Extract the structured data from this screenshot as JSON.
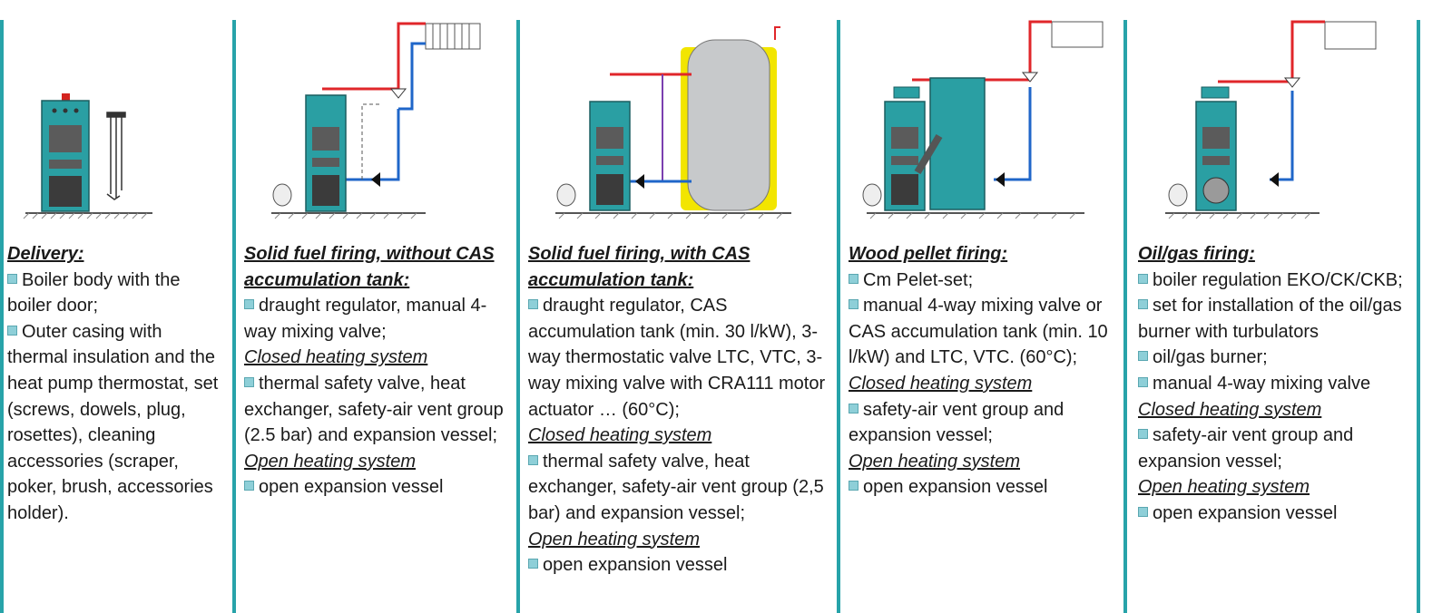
{
  "columns": [
    {
      "title": "Delivery:",
      "lines": [
        {
          "type": "item",
          "text": "Boiler body with the boiler door;"
        },
        {
          "type": "item",
          "text": "Outer casing with thermal insulation and the heat pump thermostat, set (screws, dowels, plug, rosettes), cleaning accessories (scraper, poker, brush, accessories holder)."
        }
      ]
    },
    {
      "title": "Solid fuel firing, without  CAS accumulation tank:",
      "lines": [
        {
          "type": "item",
          "text": "draught regulator, manual 4-way mixing valve;"
        },
        {
          "type": "sub",
          "text": "Closed heating system"
        },
        {
          "type": "item",
          "text": "thermal safety valve, heat exchanger, safety-air vent group (2.5 bar) and expansion vessel;"
        },
        {
          "type": "sub",
          "text": "Open heating system"
        },
        {
          "type": "item",
          "text": "open expansion vessel"
        }
      ]
    },
    {
      "title": "Solid fuel firing, with CAS accumulation tank:",
      "lines": [
        {
          "type": "item",
          "text": "draught regulator, CAS accumulation tank (min. 30 l/kW), 3-way thermostatic valve LTC, VTC, 3-way mixing valve with CRA111 motor actuator … (60°C);"
        },
        {
          "type": "sub",
          "text": "Closed heating system"
        },
        {
          "type": "item",
          "text": "thermal safety valve, heat exchanger, safety-air vent group (2,5 bar) and expansion vessel;"
        },
        {
          "type": "sub",
          "text": "Open heating system"
        },
        {
          "type": "item",
          "text": "open expansion vessel"
        }
      ]
    },
    {
      "title": "Wood pellet firing:",
      "lines": [
        {
          "type": "item",
          "text": "Cm Pelet-set;"
        },
        {
          "type": "item",
          "text": "manual 4-way mixing valve or CAS accumulation tank (min. 10 l/kW) and LTC, VTC. (60°C);"
        },
        {
          "type": "sub",
          "text": "Closed heating system"
        },
        {
          "type": "item",
          "text": "safety-air vent group and expansion vessel;"
        },
        {
          "type": "sub",
          "text": "Open heating system"
        },
        {
          "type": "item",
          "text": "open expansion vessel"
        }
      ]
    },
    {
      "title": "Oil/gas firing:",
      "lines": [
        {
          "type": "item",
          "text": "boiler regulation EKO/CK/CKB;"
        },
        {
          "type": "item",
          "text": "set for installation of the oil/gas burner with turbulators"
        },
        {
          "type": "item",
          "text": "oil/gas burner;"
        },
        {
          "type": "item",
          "text": "manual 4-way mixing valve"
        },
        {
          "type": "sub",
          "text": "Closed heating system"
        },
        {
          "type": "item",
          "text": "safety-air vent group and expansion vessel;"
        },
        {
          "type": "sub",
          "text": "Open heating system"
        },
        {
          "type": "item",
          "text": "open expansion vessel"
        }
      ]
    }
  ],
  "colors": {
    "divider": "#27a3a9",
    "boiler": "#2a9fa3",
    "hot_pipe": "#e0262a",
    "cold_pipe": "#1f66c9",
    "tank": "#c7c9cb",
    "tank_insulation": "#f2e500",
    "bullet": "#8ecfd8"
  }
}
